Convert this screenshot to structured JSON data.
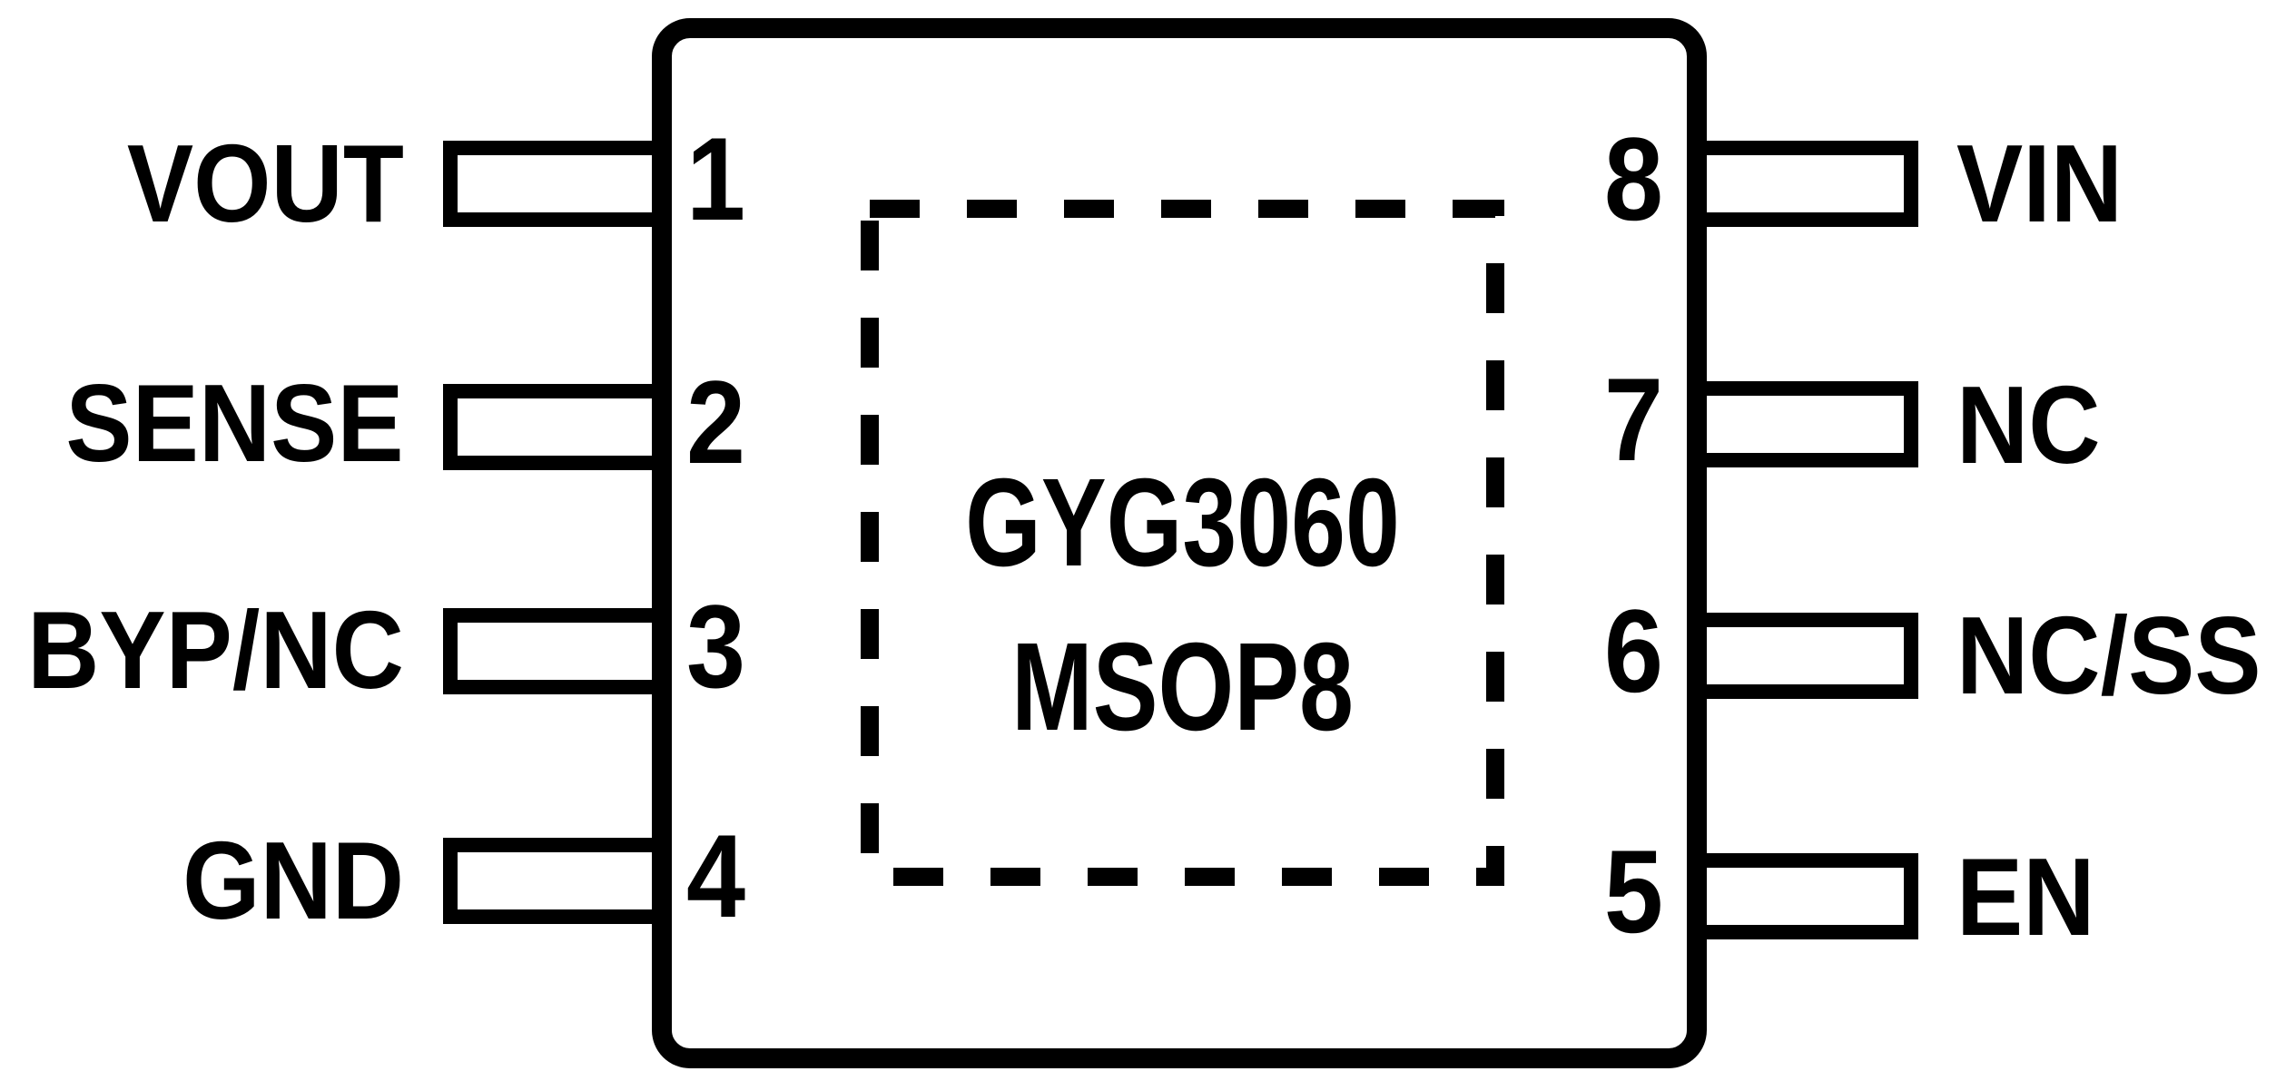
{
  "figure": {
    "part_number": "GYG3060",
    "package": "MSOP8"
  },
  "pins": {
    "left": [
      {
        "number": "1",
        "name": "VOUT"
      },
      {
        "number": "2",
        "name": "SENSE"
      },
      {
        "number": "3",
        "name": "BYP/NC"
      },
      {
        "number": "4",
        "name": "GND"
      }
    ],
    "right": [
      {
        "number": "8",
        "name": "VIN"
      },
      {
        "number": "7",
        "name": "NC"
      },
      {
        "number": "6",
        "name": "NC/SS"
      },
      {
        "number": "5",
        "name": "EN"
      }
    ]
  },
  "colors": {
    "line": "#000000",
    "background": "#ffffff"
  }
}
